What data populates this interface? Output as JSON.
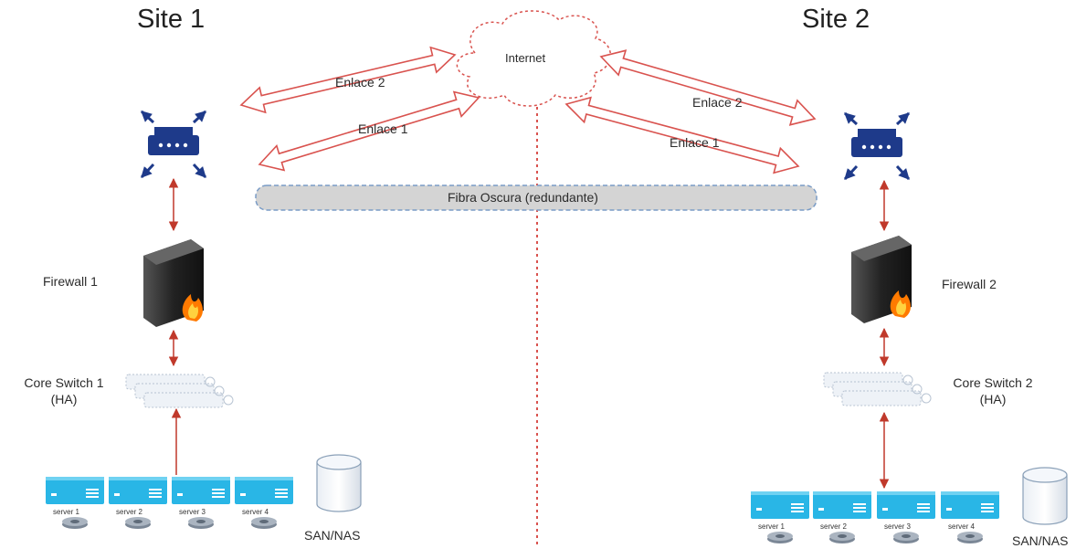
{
  "site1": {
    "title": "Site 1",
    "firewall": "Firewall 1",
    "core_switch": "Core Switch 1",
    "core_switch_ha": "(HA)",
    "servers": [
      "server 1",
      "server 2",
      "server 3",
      "server 4"
    ],
    "storage": "SAN/NAS"
  },
  "site2": {
    "title": "Site 2",
    "firewall": "Firewall 2",
    "core_switch": "Core Switch 2",
    "core_switch_ha": "(HA)",
    "servers": [
      "server 1",
      "server 2",
      "server 3",
      "server 4"
    ],
    "storage": "SAN/NAS"
  },
  "internet": "Internet",
  "links": {
    "left_link_2": "Enlace 2",
    "left_link_1": "Enlace 1",
    "right_link_2": "Enlace 2",
    "right_link_1": "Enlace 1"
  },
  "dark_fiber": "Fibra Oscura (redundante)",
  "colors": {
    "link": "#d9534f",
    "connector": "#c0392b",
    "router": "#1e3a8a",
    "server": "#29b6e6",
    "fiber": "#d4d4d4",
    "fiber_border": "#7a9cc6"
  }
}
